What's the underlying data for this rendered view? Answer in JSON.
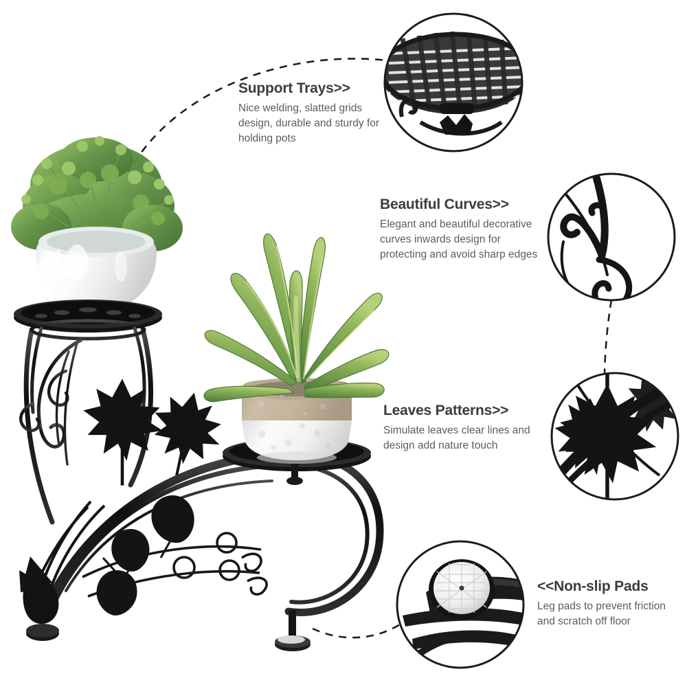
{
  "page": {
    "background_color": "#ffffff",
    "heading_color": "#3c3c3c",
    "body_color": "#5c5c5c",
    "metal_color": "#1c1c1c"
  },
  "callouts": [
    {
      "id": "support-trays",
      "title": "Support Trays>>",
      "body": "Nice welding, slatted grids design, durable and sturdy for holding pots",
      "detail_icon": "lattice-tray-icon"
    },
    {
      "id": "beautiful-curves",
      "title": "Beautiful Curves>>",
      "body": "Elegant and beautiful decorative curves inwards design for protecting and avoid sharp edges",
      "detail_icon": "scroll-curve-icon"
    },
    {
      "id": "leaves-patterns",
      "title": "Leaves Patterns>>",
      "body": "Simulate leaves clear lines and design add nature touch",
      "detail_icon": "maple-leaf-icon"
    },
    {
      "id": "non-slip-pads",
      "title": "<<Non-slip Pads",
      "body": "Leg pads to prevent friction and scratch off floor",
      "detail_icon": "leg-pad-icon"
    }
  ],
  "product": {
    "name": "two-tier-metal-plant-stand",
    "upper_plant": {
      "pot": "white-glossy-round-pot",
      "foliage": "small-leaf-green-bush"
    },
    "lower_plant": {
      "pot": "two-tone-tan-white-textured-pot",
      "foliage": "agave-succulent"
    },
    "ornaments": [
      "maple-leaf",
      "heart-vine-leaf",
      "scroll-spiral",
      "ring"
    ],
    "feet": [
      "front-leg-pad",
      "rear-leg-pad"
    ]
  }
}
